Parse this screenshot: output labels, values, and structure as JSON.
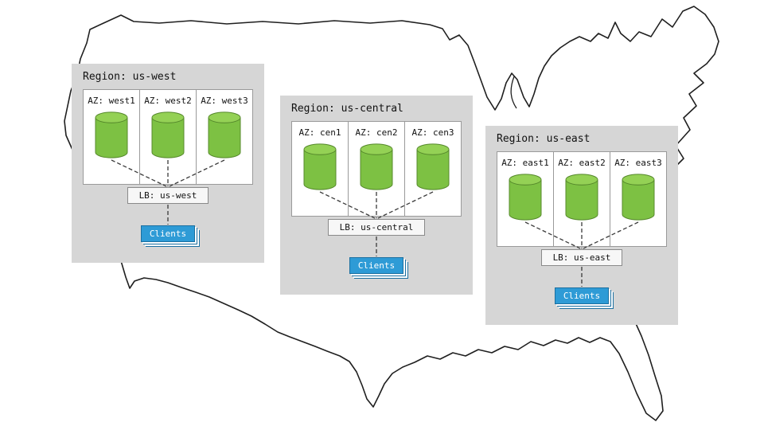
{
  "diagram": {
    "regions": [
      {
        "title": "Region: us-west",
        "azs": [
          "AZ: west1",
          "AZ: west2",
          "AZ: west3"
        ],
        "lb": "LB: us-west",
        "clients": "Clients"
      },
      {
        "title": "Region: us-central",
        "azs": [
          "AZ: cen1",
          "AZ: cen2",
          "AZ: cen3"
        ],
        "lb": "LB: us-central",
        "clients": "Clients"
      },
      {
        "title": "Region: us-east",
        "azs": [
          "AZ: east1",
          "AZ: east2",
          "AZ: east3"
        ],
        "lb": "LB: us-east",
        "clients": "Clients"
      }
    ],
    "icons": {
      "database": "database-cylinder-icon",
      "map": "us-map-outline"
    },
    "colors": {
      "region_bg": "#d6d6d6",
      "az_bg": "#ffffff",
      "cylinder_body": "#7dc143",
      "cylinder_top": "#94d155",
      "cylinder_stroke": "#55882b",
      "lb_bg": "#f7f7f7",
      "clients_bg": "#2e9bd6",
      "clients_border": "#1b6fa0",
      "map_stroke": "#1f1f1f"
    }
  }
}
